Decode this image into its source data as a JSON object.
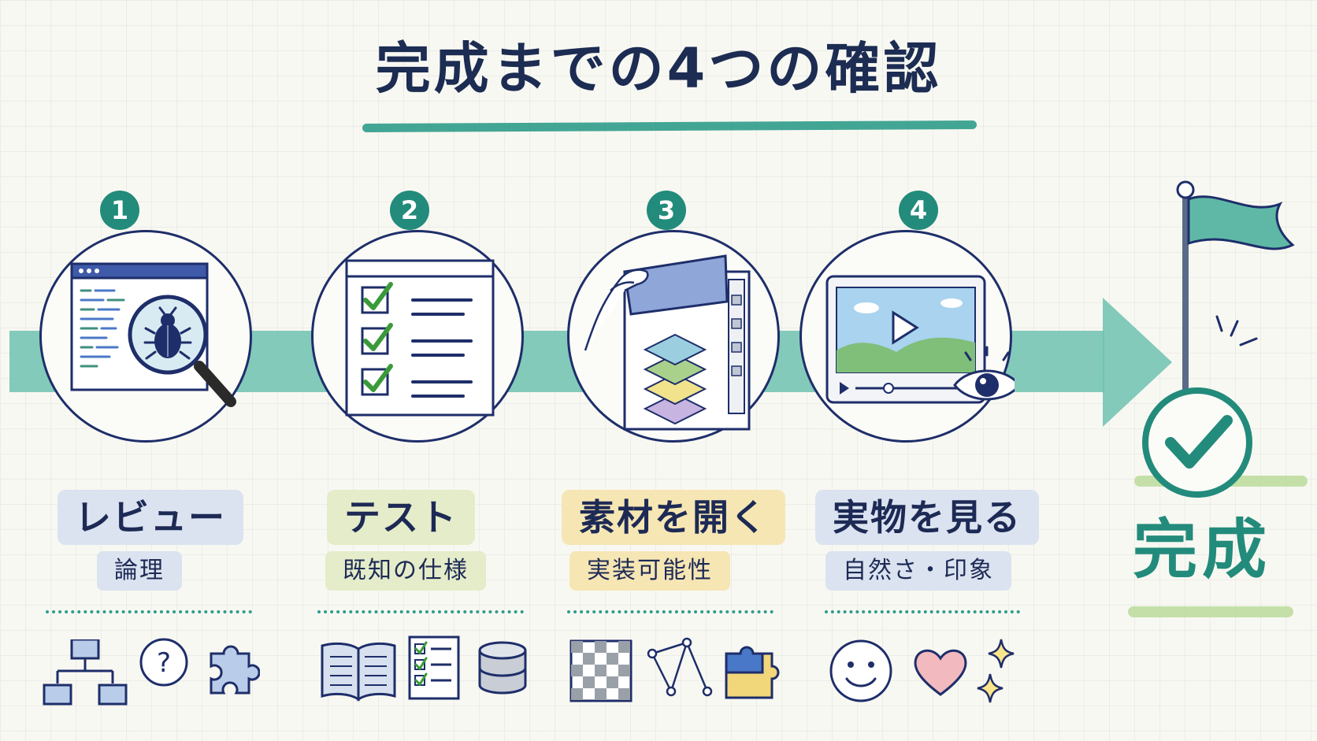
{
  "title": "完成までの4つの確認",
  "colors": {
    "accent": "#238b7b",
    "band": "#6ec2b0",
    "ink": "#1e2e6a",
    "label_blue": "#dbe3f0",
    "label_green": "#e4ecc9",
    "label_yellow": "#f6e6b4"
  },
  "steps": [
    {
      "number": "1",
      "label": "レビュー",
      "sublabel": "論理",
      "icon": "code-window-with-bug-magnifier-icon",
      "bottom_icons": [
        "flowchart-icon",
        "question-icon",
        "puzzle-piece-icon"
      ]
    },
    {
      "number": "2",
      "label": "テスト",
      "sublabel": "既知の仕様",
      "icon": "checklist-window-icon",
      "bottom_icons": [
        "open-book-icon",
        "checklist-icon",
        "database-icon"
      ]
    },
    {
      "number": "3",
      "label": "素材を開く",
      "sublabel": "実装可能性",
      "icon": "layered-material-file-icon",
      "bottom_icons": [
        "checkerboard-icon",
        "vector-path-icon",
        "puzzle-pieces-icon"
      ]
    },
    {
      "number": "4",
      "label": "実物を見る",
      "sublabel": "自然さ・印象",
      "icon": "video-player-with-eye-icon",
      "bottom_icons": [
        "smiley-icon",
        "heart-icon",
        "sparkle-icon"
      ]
    }
  ],
  "finish": {
    "label": "完成",
    "icons": [
      "goal-flag-icon",
      "check-circle-icon"
    ]
  }
}
